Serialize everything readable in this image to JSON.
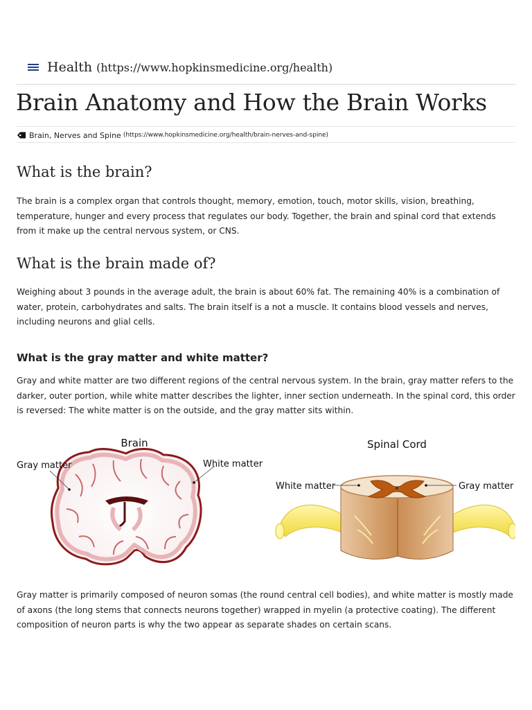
{
  "nav": {
    "label": "Health",
    "url": "(https://www.hopkinsmedicine.org/health)"
  },
  "article": {
    "title": "Brain Anatomy and How the Brain Works",
    "tag": {
      "label": "Brain, Nerves and Spine",
      "url": "(https://www.hopkinsmedicine.org/health/brain-nerves-and-spine)"
    },
    "sections": [
      {
        "heading": "What is the brain?",
        "paragraph": "The brain is a complex organ that controls thought, memory, emotion, touch, motor skills, vision, breathing, temperature, hunger and every process that regulates our body. Together, the brain and spinal cord that extends from it make up the central nervous system, or CNS."
      },
      {
        "heading": "What is the brain made of?",
        "paragraph": "Weighing about 3 pounds in the average adult, the brain is about 60% fat. The remaining 40% is a combination of water, protein, carbohydrates and salts. The brain itself is a not a muscle. It contains blood vessels and nerves, including neurons and glial cells."
      },
      {
        "heading": "What is the gray matter and white matter?",
        "paragraph": "Gray and white matter are two different regions of the central nervous system. In the brain, gray matter refers to the darker, outer portion, while white matter describes the lighter, inner section underneath. In the spinal cord, this order is reversed: The white matter is on the outside, and the gray matter sits within.",
        "paragraph_after": "Gray matter is primarily composed of neuron somas (the round central cell bodies), and white matter is mostly made of axons (the long stems that connects neurons together) wrapped in myelin (a protective coating). The different composition of neuron parts is why the two appear as separate shades on certain scans."
      }
    ]
  },
  "figure": {
    "brain": {
      "title": "Brain",
      "label_left": "Gray matter",
      "label_right": "White matter"
    },
    "spinal": {
      "title": "Spinal Cord",
      "label_left": "White matter",
      "label_right": "Gray matter"
    }
  },
  "icons": {
    "menu": "hamburger-icon",
    "tag": "tag-icon"
  },
  "colors": {
    "menu_icon": "#1f3c88",
    "gray_matter_brain": "#e8b4b8",
    "brain_outline": "#8b1a1a",
    "spinal_gray_matter": "#b85a12",
    "spinal_white_matter": "#d9a97a",
    "nerve": "#f2e24a"
  }
}
